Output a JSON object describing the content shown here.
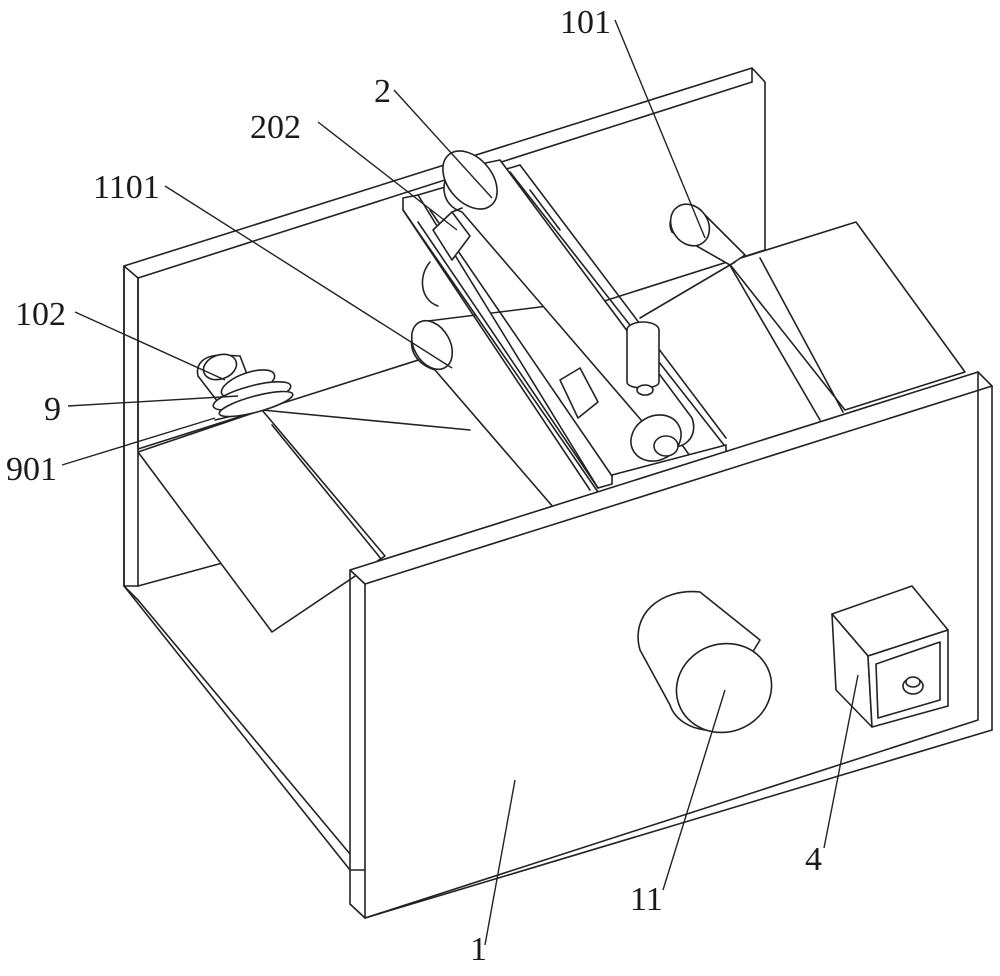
{
  "labels": {
    "l101": "101",
    "l2": "2",
    "l202": "202",
    "l1101": "1101",
    "l102": "102",
    "l9": "9",
    "l901": "901",
    "l11": "11",
    "l4": "4",
    "l1": "1"
  }
}
